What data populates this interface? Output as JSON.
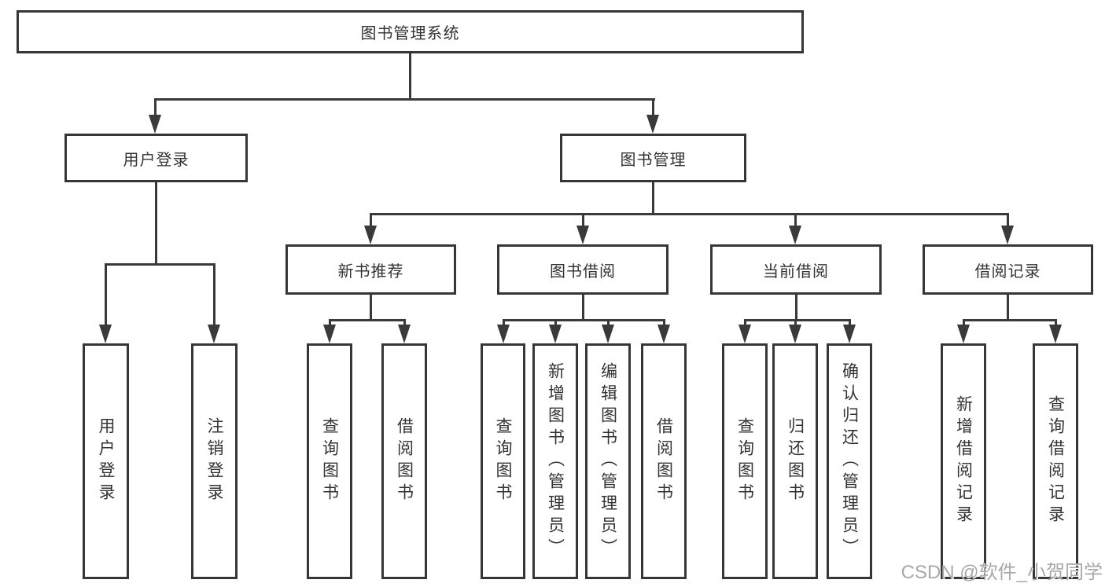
{
  "colors": {
    "line": "#3a3a3a",
    "box_border": "#363636",
    "box_background": "#ffffff",
    "text": "#333333",
    "watermark": "#a8a8a8",
    "page_background": "#ffffff"
  },
  "tree": {
    "root": {
      "label": "图书管理系统"
    },
    "branches": [
      {
        "label": "用户登录",
        "leaves": [
          "用户登录",
          "注销登录"
        ]
      },
      {
        "label": "图书管理",
        "sections": [
          {
            "label": "新书推荐",
            "leaves": [
              "查询图书",
              "借阅图书"
            ]
          },
          {
            "label": "图书借阅",
            "leaves": [
              "查询图书",
              "新增图书（管理员）",
              "编辑图书（管理员）",
              "借阅图书"
            ]
          },
          {
            "label": "当前借阅",
            "leaves": [
              "查询图书",
              "归还图书",
              "确认归还（管理员）"
            ]
          },
          {
            "label": "借阅记录",
            "leaves": [
              "新增借阅记录",
              "查询借阅记录"
            ]
          }
        ]
      }
    ]
  },
  "watermark": {
    "text": "CSDN @软件_小贺同学"
  }
}
